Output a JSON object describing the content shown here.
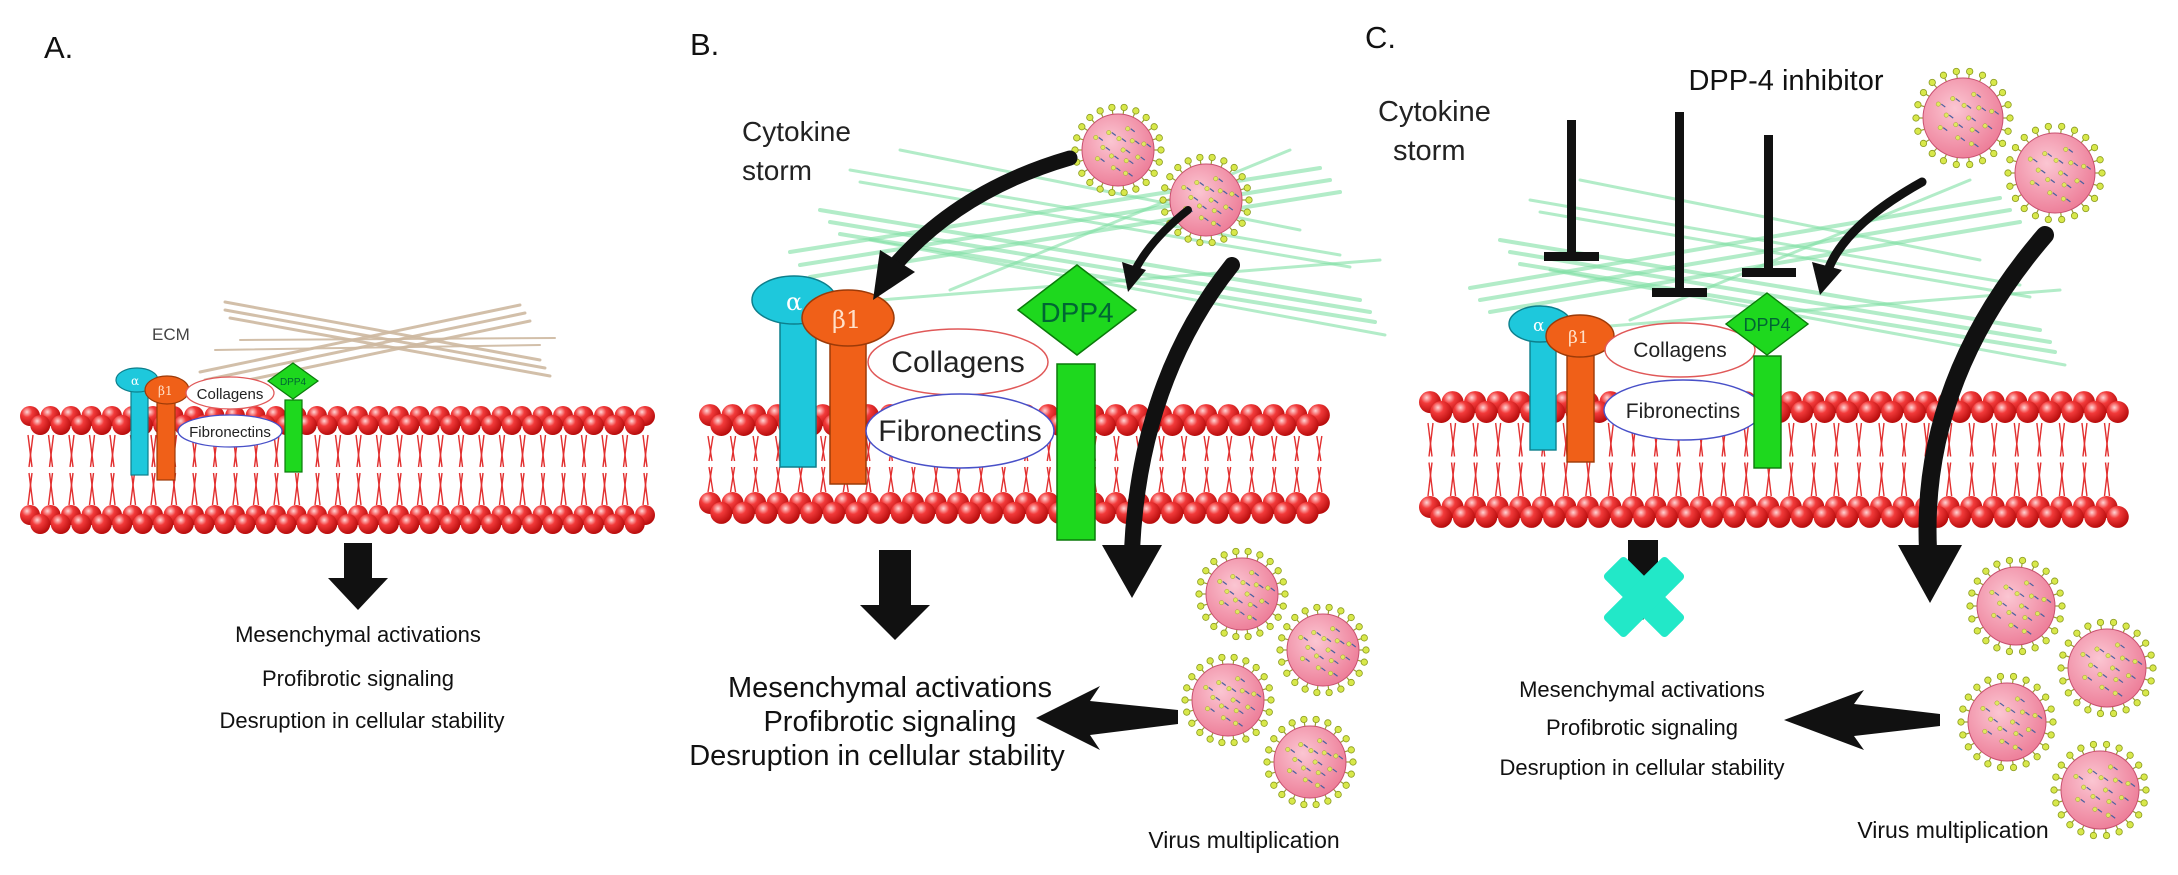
{
  "colors": {
    "membrane_red": "#e8191c",
    "alpha_cyan": "#1ec8dc",
    "beta_orange": "#f06018",
    "dpp4_green": "#1ed81e",
    "virus_pink": "#f48aa4",
    "virus_spike": "#d8e84a",
    "block_cross": "#22e8c8",
    "fiber_green": "#7ee0a4",
    "fiber_beige": "#cdb8a0"
  },
  "panel_a": {
    "letter": "A.",
    "ecm_label": "ECM",
    "alpha": "α",
    "beta": "β1",
    "dpp4": "DPP4",
    "collagens": "Collagens",
    "fibronectins": "Fibronectins",
    "outcomes": [
      "Mesenchymal activations",
      "Profibrotic signaling",
      "Desruption in cellular stability"
    ]
  },
  "panel_b": {
    "letter": "B.",
    "cytokine": [
      "Cytokine",
      "storm"
    ],
    "alpha": "α",
    "beta": "β1",
    "dpp4": "DPP4",
    "collagens": "Collagens",
    "fibronectins": "Fibronectins",
    "outcomes": [
      "Mesenchymal activations",
      "Profibrotic signaling",
      "Desruption in cellular stability"
    ],
    "virus_label": "Virus multiplication"
  },
  "panel_c": {
    "letter": "C.",
    "cytokine": [
      "Cytokine",
      "storm"
    ],
    "inhibitor_label": "DPP-4 inhibitor",
    "alpha": "α",
    "beta": "β1",
    "dpp4": "DPP4",
    "collagens": "Collagens",
    "fibronectins": "Fibronectins",
    "outcomes": [
      "Mesenchymal activations",
      "Profibrotic signaling",
      "Desruption in cellular stability"
    ],
    "virus_label": "Virus multiplication"
  }
}
